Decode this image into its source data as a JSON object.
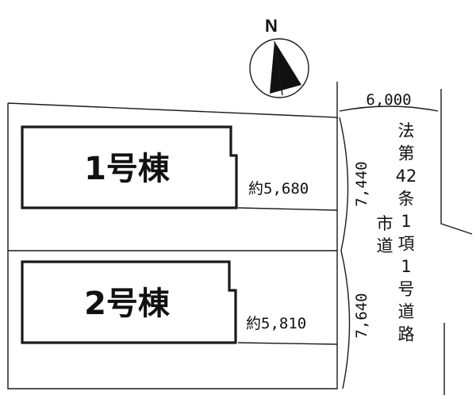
{
  "compass": {
    "label": "N",
    "icon": "north-arrow-icon"
  },
  "buildings": [
    {
      "label": "1号棟",
      "distance": "約5,680"
    },
    {
      "label": "2号棟",
      "distance": "約5,810"
    }
  ],
  "lots": [
    {
      "frontage": "7,440"
    },
    {
      "frontage": "7,640"
    }
  ],
  "road": {
    "width": "6,000",
    "type_chars": [
      "法",
      "第",
      "42",
      "条",
      "1",
      "項",
      "1",
      "号",
      "道",
      "路"
    ],
    "owner_chars": [
      "市",
      "道"
    ]
  }
}
